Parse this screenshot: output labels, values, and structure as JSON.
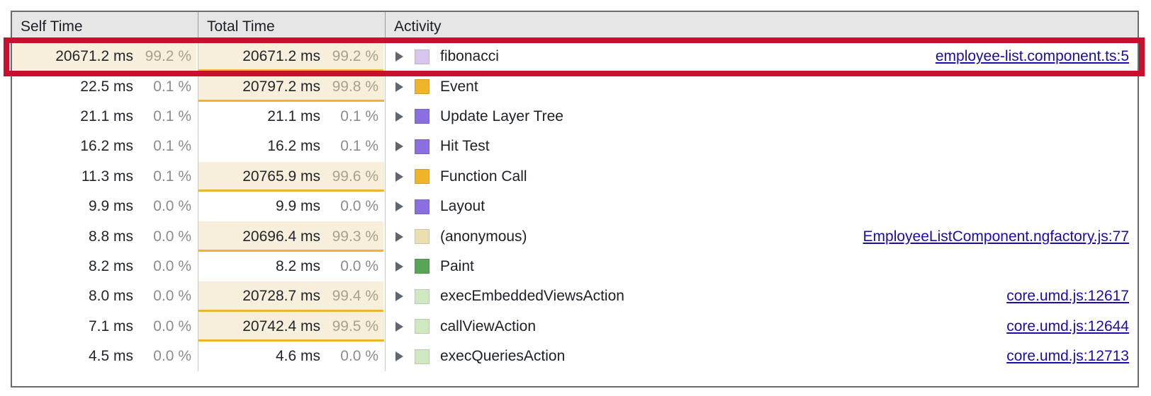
{
  "table": {
    "columns": [
      {
        "key": "self_time",
        "label": "Self Time"
      },
      {
        "key": "total_time",
        "label": "Total Time"
      },
      {
        "key": "activity",
        "label": "Activity"
      }
    ],
    "rows": [
      {
        "self_ms": "20671.2 ms",
        "self_pct": "99.2 %",
        "self_bar_pct": 99.2,
        "self_bar": true,
        "total_ms": "20671.2 ms",
        "total_pct": "99.2 %",
        "total_bar_pct": 99.2,
        "total_bar": true,
        "activity": "fibonacci",
        "swatch": "#d9c6ee",
        "swatch_name": "swatch-scripting-light-purple",
        "source": "employee-list.component.ts:5",
        "highlighted": true
      },
      {
        "self_ms": "22.5 ms",
        "self_pct": "0.1 %",
        "self_bar_pct": 0.1,
        "self_bar": false,
        "total_ms": "20797.2 ms",
        "total_pct": "99.8 %",
        "total_bar_pct": 99.8,
        "total_bar": true,
        "activity": "Event",
        "swatch": "#f0b429",
        "swatch_name": "swatch-event-amber",
        "source": "",
        "highlighted": false
      },
      {
        "self_ms": "21.1 ms",
        "self_pct": "0.1 %",
        "self_bar_pct": 0.1,
        "self_bar": false,
        "total_ms": "21.1 ms",
        "total_pct": "0.1 %",
        "total_bar_pct": 0.1,
        "total_bar": false,
        "activity": "Update Layer Tree",
        "swatch": "#8b6ee0",
        "swatch_name": "swatch-rendering-purple",
        "source": "",
        "highlighted": false
      },
      {
        "self_ms": "16.2 ms",
        "self_pct": "0.1 %",
        "self_bar_pct": 0.1,
        "self_bar": false,
        "total_ms": "16.2 ms",
        "total_pct": "0.1 %",
        "total_bar_pct": 0.1,
        "total_bar": false,
        "activity": "Hit Test",
        "swatch": "#8b6ee0",
        "swatch_name": "swatch-rendering-purple",
        "source": "",
        "highlighted": false
      },
      {
        "self_ms": "11.3 ms",
        "self_pct": "0.1 %",
        "self_bar_pct": 0.1,
        "self_bar": false,
        "total_ms": "20765.9 ms",
        "total_pct": "99.6 %",
        "total_bar_pct": 99.6,
        "total_bar": true,
        "activity": "Function Call",
        "swatch": "#f0b429",
        "swatch_name": "swatch-scripting-amber",
        "source": "",
        "highlighted": false
      },
      {
        "self_ms": "9.9 ms",
        "self_pct": "0.0 %",
        "self_bar_pct": 0.0,
        "self_bar": false,
        "total_ms": "9.9 ms",
        "total_pct": "0.0 %",
        "total_bar_pct": 0.0,
        "total_bar": false,
        "activity": "Layout",
        "swatch": "#8b6ee0",
        "swatch_name": "swatch-rendering-purple",
        "source": "",
        "highlighted": false
      },
      {
        "self_ms": "8.8 ms",
        "self_pct": "0.0 %",
        "self_bar_pct": 0.0,
        "self_bar": false,
        "total_ms": "20696.4 ms",
        "total_pct": "99.3 %",
        "total_bar_pct": 99.3,
        "total_bar": true,
        "activity": "(anonymous)",
        "swatch": "#eadfb0",
        "swatch_name": "swatch-scripting-khaki",
        "source": "EmployeeListComponent.ngfactory.js:77",
        "highlighted": false
      },
      {
        "self_ms": "8.2 ms",
        "self_pct": "0.0 %",
        "self_bar_pct": 0.0,
        "self_bar": false,
        "total_ms": "8.2 ms",
        "total_pct": "0.0 %",
        "total_bar_pct": 0.0,
        "total_bar": false,
        "activity": "Paint",
        "swatch": "#5aa457",
        "swatch_name": "swatch-painting-green",
        "source": "",
        "highlighted": false
      },
      {
        "self_ms": "8.0 ms",
        "self_pct": "0.0 %",
        "self_bar_pct": 0.0,
        "self_bar": false,
        "total_ms": "20728.7 ms",
        "total_pct": "99.4 %",
        "total_bar_pct": 99.4,
        "total_bar": true,
        "activity": "execEmbeddedViewsAction",
        "swatch": "#cfe8c2",
        "swatch_name": "swatch-light-green",
        "source": "core.umd.js:12617",
        "highlighted": false
      },
      {
        "self_ms": "7.1 ms",
        "self_pct": "0.0 %",
        "self_bar_pct": 0.0,
        "self_bar": false,
        "total_ms": "20742.4 ms",
        "total_pct": "99.5 %",
        "total_bar_pct": 99.5,
        "total_bar": true,
        "activity": "callViewAction",
        "swatch": "#cfe8c2",
        "swatch_name": "swatch-light-green",
        "source": "core.umd.js:12644",
        "highlighted": false
      },
      {
        "self_ms": "4.5 ms",
        "self_pct": "0.0 %",
        "self_bar_pct": 0.0,
        "self_bar": false,
        "total_ms": "4.6 ms",
        "total_pct": "0.0 %",
        "total_bar_pct": 0.0,
        "total_bar": false,
        "activity": "execQueriesAction",
        "swatch": "#cfe8c2",
        "swatch_name": "swatch-light-green",
        "source": "core.umd.js:12713",
        "highlighted": false
      }
    ]
  },
  "annotation": {
    "color": "#c8102e",
    "target_row_index": 0
  },
  "colors": {
    "bar_fill": "#f7efdb",
    "bar_underline": "#f0b429",
    "link": "#1a0dab",
    "header_bg": "#e6e6e6",
    "text": "#1c2026",
    "muted_text": "#8c8c8c"
  }
}
